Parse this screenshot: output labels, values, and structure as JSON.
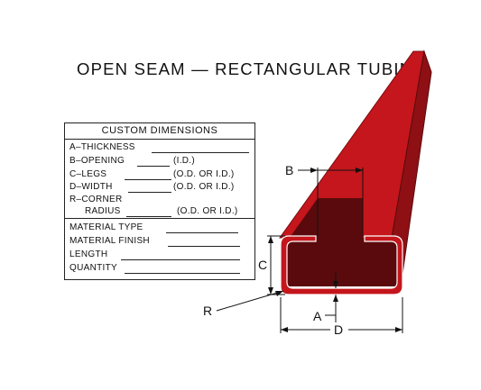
{
  "title": "OPEN SEAM — RECTANGULAR TUBING",
  "table": {
    "header": "CUSTOM DIMENSIONS",
    "rows": [
      {
        "label": "A–THICKNESS",
        "suffix": ""
      },
      {
        "label": "B–OPENING",
        "suffix": "(I.D.)"
      },
      {
        "label": "C–LEGS",
        "suffix": "(O.D.  OR  I.D.)"
      },
      {
        "label": "D–WIDTH",
        "suffix": "(O.D.  OR  I.D.)"
      },
      {
        "label": "R–CORNER",
        "suffix": ""
      },
      {
        "label": "RADIUS",
        "suffix": "(O.D.  OR  I.D.)"
      }
    ],
    "material_rows": [
      {
        "label": "MATERIAL TYPE"
      },
      {
        "label": "MATERIAL FINISH"
      },
      {
        "label": "LENGTH"
      },
      {
        "label": "QUANTITY"
      }
    ]
  },
  "dimension_labels": {
    "A": "A",
    "B": "B",
    "C": "C",
    "D": "D",
    "R": "R"
  },
  "colors": {
    "tube_face": "#c4161c",
    "tube_dark": "#5a0a0c",
    "tube_mid": "#8e1014",
    "line": "#111111"
  }
}
